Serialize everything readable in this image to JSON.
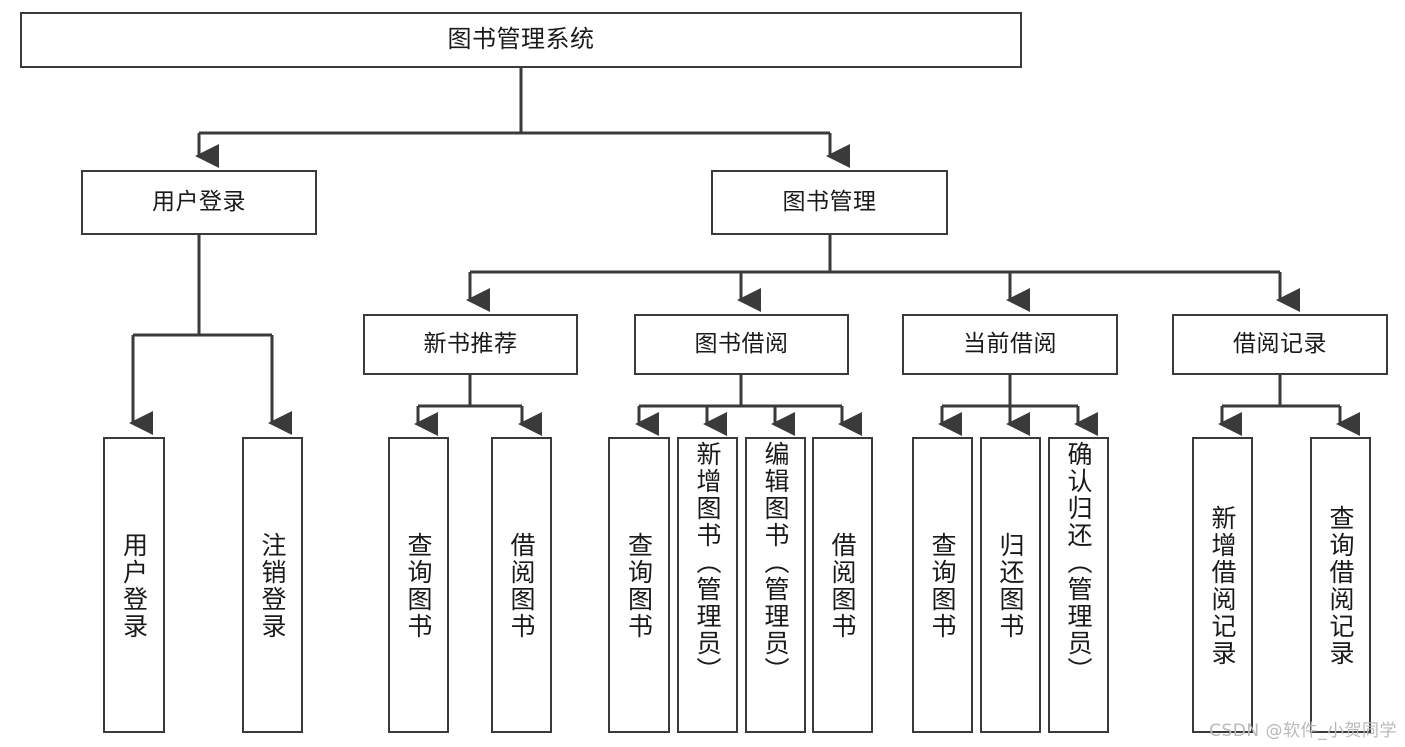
{
  "diagram": {
    "type": "tree",
    "title": "图书管理系统",
    "watermark": "CSDN @软件_小贺同学",
    "colors": {
      "stroke": "#3a3a3a",
      "fill": "#ffffff",
      "text": "#1a1a1a",
      "watermark": "#b9b9b9"
    },
    "root": {
      "label": "图书管理系统"
    },
    "level2": [
      {
        "label": "用户登录"
      },
      {
        "label": "图书管理"
      }
    ],
    "level3": [
      {
        "label": "新书推荐"
      },
      {
        "label": "图书借阅"
      },
      {
        "label": "当前借阅"
      },
      {
        "label": "借阅记录"
      }
    ],
    "leaves": {
      "user_login": [
        {
          "label": "用户登录"
        },
        {
          "label": "注销登录"
        }
      ],
      "new_book_recommend": [
        {
          "label": "查询图书"
        },
        {
          "label": "借阅图书"
        }
      ],
      "book_borrow": [
        {
          "label": "查询图书"
        },
        {
          "label": "新增图书（管理员）"
        },
        {
          "label": "编辑图书（管理员）"
        },
        {
          "label": "借阅图书"
        }
      ],
      "current_borrow": [
        {
          "label": "查询图书"
        },
        {
          "label": "归还图书"
        },
        {
          "label": "确认归还（管理员）"
        }
      ],
      "borrow_record": [
        {
          "label": "新增借阅记录"
        },
        {
          "label": "查询借阅记录"
        }
      ]
    }
  }
}
